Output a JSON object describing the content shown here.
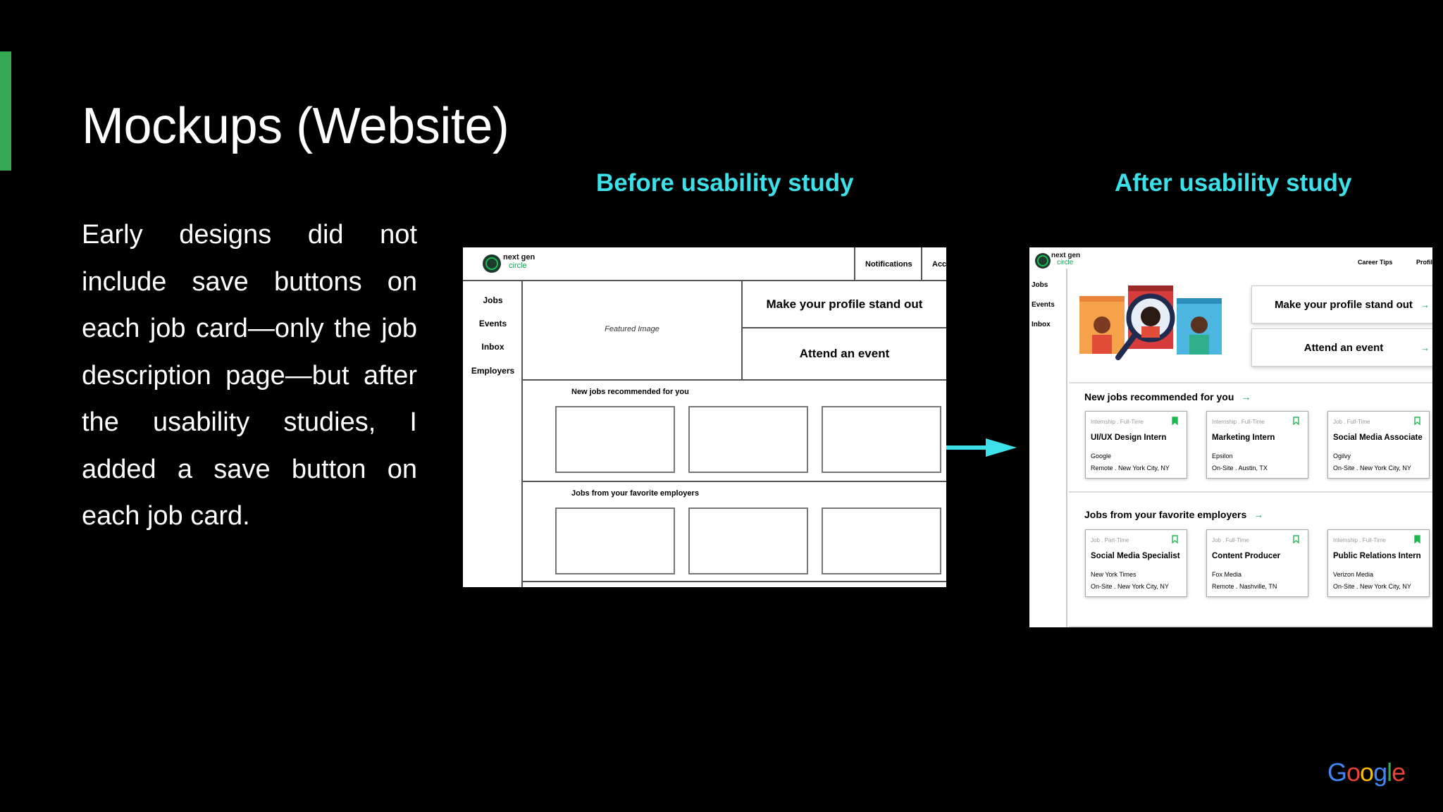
{
  "slide": {
    "title": "Mockups (Website)",
    "body": "Early designs did not include save buttons on each job card—only the job description page—but after the usability studies, I added a save button on each job card.",
    "accent_color": "#34a853",
    "label_color": "#3de0e8"
  },
  "before": {
    "label": "Before usability study",
    "logo": {
      "line1": "next gen",
      "line2": "circle"
    },
    "nav": {
      "notifications": "Notifications",
      "account": "Acc"
    },
    "sidebar": [
      "Jobs",
      "Events",
      "Inbox",
      "Employers"
    ],
    "featured_label": "Featured Image",
    "cta": [
      "Make your profile stand out",
      "Attend an event"
    ],
    "sections": [
      "New jobs recommended for you",
      "Jobs from your favorite employers"
    ]
  },
  "after": {
    "label": "After usability study",
    "logo": {
      "line1": "next gen",
      "line2": "circle"
    },
    "nav": {
      "career_tips": "Career Tips",
      "profile": "Profil"
    },
    "sidebar": [
      "Jobs",
      "Events",
      "Inbox"
    ],
    "cta": [
      "Make your profile stand out",
      "Attend an event"
    ],
    "section_1": {
      "title": "New jobs recommended for you",
      "cards": [
        {
          "type": "Internship . Full-Time",
          "title": "UI/UX Design Intern",
          "company": "Google",
          "location": "Remote . New York City, NY",
          "saved": true
        },
        {
          "type": "Internship . Full-Time",
          "title": "Marketing Intern",
          "company": "Epsilon",
          "location": "On-Site . Austin, TX",
          "saved": false
        },
        {
          "type": "Job . Full-Time",
          "title": "Social Media Associate",
          "company": "Ogilvy",
          "location": "On-Site . New York City, NY",
          "saved": false
        }
      ]
    },
    "section_2": {
      "title": "Jobs from your favorite employers",
      "cards": [
        {
          "type": "Job . Part-Time",
          "title": "Social Media Specialist",
          "company": "New York Times",
          "location": "On-Site . New York City, NY",
          "saved": false
        },
        {
          "type": "Job . Full-Time",
          "title": "Content Producer",
          "company": "Fox Media",
          "location": "Remote . Nashville, TN",
          "saved": false
        },
        {
          "type": "Internship . Full-Time",
          "title": "Public Relations Intern",
          "company": "Verizon Media",
          "location": "On-Site . New York City, NY",
          "saved": true
        }
      ]
    }
  },
  "brand": {
    "google": [
      "G",
      "o",
      "o",
      "g",
      "l",
      "e"
    ]
  }
}
